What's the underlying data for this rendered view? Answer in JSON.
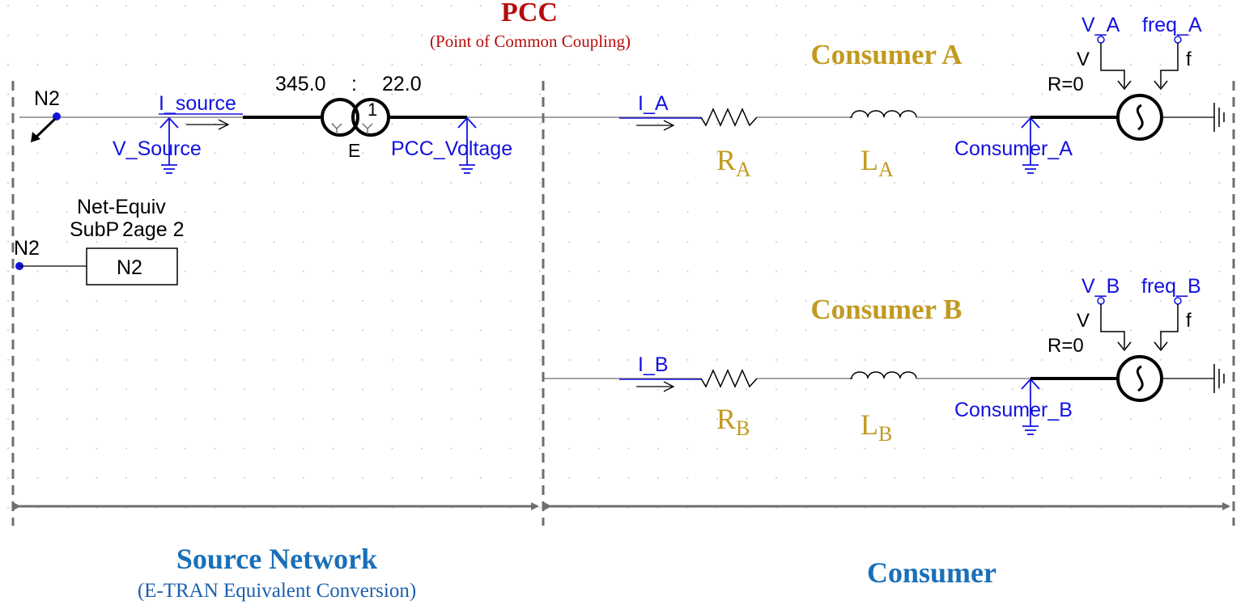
{
  "colors": {
    "pcc": "#b50d0d",
    "consumer_label": "#c19a1f",
    "signal": "#1212e0",
    "section_title": "#1a6fb8",
    "section_sub": "#1a5fb0",
    "wire": "#000000",
    "divider": "#6e6e6e",
    "grid_dot": "#c8c8c8"
  },
  "pcc": {
    "title": "PCC",
    "subtitle": "(Point of Common Coupling)"
  },
  "source": {
    "node_top": "N2",
    "current_label": "I_source",
    "voltage_label": "V_Source",
    "transformer": {
      "ratio_left": "345.0",
      "ratio_sep": ":",
      "ratio_right": "22.0",
      "tag_e": "E",
      "tag_1": "1"
    },
    "pcc_voltage_label": "PCC_Voltage",
    "subpage": {
      "line1": "Net-Equiv",
      "line2a": "SubP",
      "line2b": "2",
      "line2c": "age 2",
      "node_left": "N2",
      "box_label": "N2"
    }
  },
  "consumer_a": {
    "title": "Consumer A",
    "current_label": "I_A",
    "r_label": "R",
    "r_sub": "A",
    "l_label": "L",
    "l_sub": "A",
    "bus_label": "Consumer_A",
    "v_label": "V_A",
    "freq_label": "freq_A",
    "v_pin": "V",
    "f_pin": "f",
    "r0": "R=0"
  },
  "consumer_b": {
    "title": "Consumer B",
    "current_label": "I_B",
    "r_label": "R",
    "r_sub": "B",
    "l_label": "L",
    "l_sub": "B",
    "bus_label": "Consumer_B",
    "v_label": "V_B",
    "freq_label": "freq_B",
    "v_pin": "V",
    "f_pin": "f",
    "r0": "R=0"
  },
  "sections": {
    "source_title": "Source Network",
    "source_sub": "(E-TRAN Equivalent Conversion)",
    "consumer_title": "Consumer"
  }
}
